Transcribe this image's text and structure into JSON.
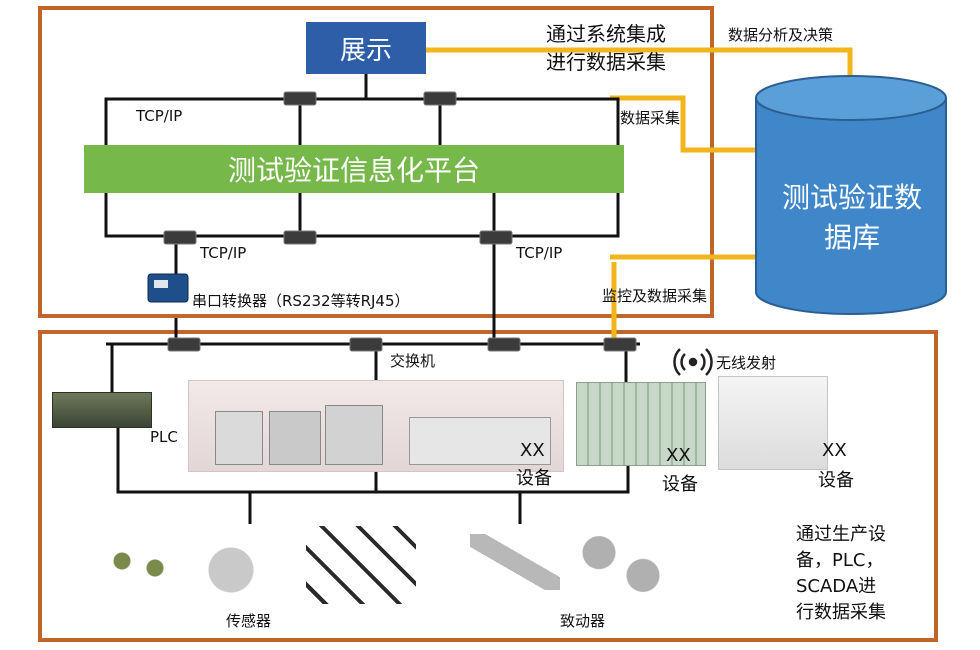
{
  "display_box": "展示",
  "platform": "测试验证信息化平台",
  "database": {
    "line1": "测试验证数",
    "line2": "据库"
  },
  "labels": {
    "system_integration_1": "通过系统集成",
    "system_integration_2": "进行数据采集",
    "data_analysis": "数据分析及决策",
    "data_collection": "数据采集",
    "tcpip_top": "TCP/IP",
    "tcpip_left": "TCP/IP",
    "tcpip_right": "TCP/IP",
    "serial_converter": "串口转换器（RS232等转RJ45）",
    "monitor_collection": "监控及数据采集",
    "switch": "交换机",
    "wireless": "无线发射",
    "plc": "PLC",
    "device1_a": "XX",
    "device1_b": "设备",
    "device2_a": "XX",
    "device2_b": "设备",
    "device3_a": "XX",
    "device3_b": "设备",
    "sensor": "传感器",
    "actuator": "致动器",
    "production_1": "通过生产设",
    "production_2": "备，PLC，",
    "production_3": "SCADA进",
    "production_4": "行数据采集"
  },
  "colors": {
    "frame": "#c0652b",
    "display_box": "#2e5ea8",
    "platform": "#76b84a",
    "database": "#3f87c9",
    "data_link": "#f2b51c",
    "network_line": "#111111"
  }
}
